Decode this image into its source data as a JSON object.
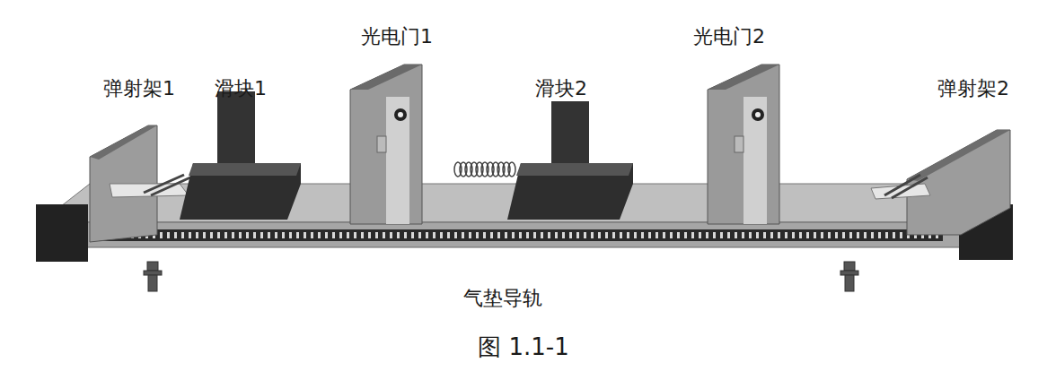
{
  "diagram": {
    "caption": "图 1.1-1",
    "labels": [
      "弹射架1",
      "滑块1",
      "光电门1",
      "滑块2",
      "光电门2",
      "弹射架2",
      "气垫导轨"
    ]
  }
}
